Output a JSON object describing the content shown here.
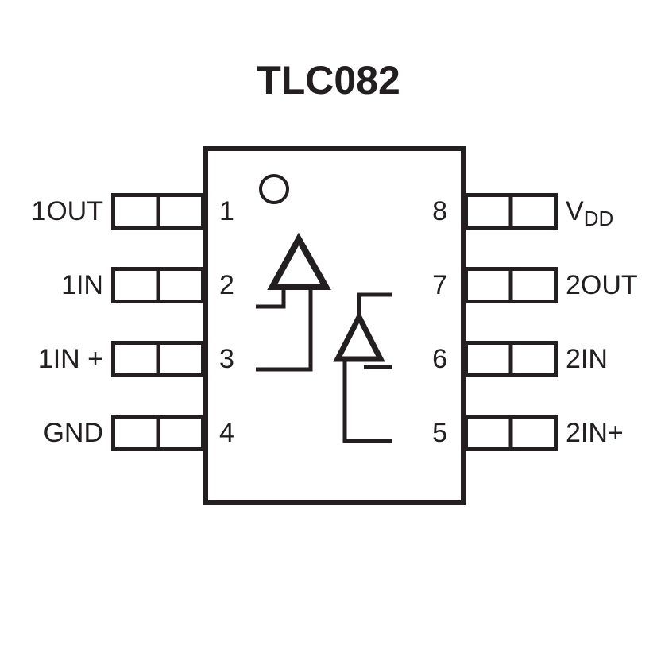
{
  "title": "TLC082",
  "colors": {
    "ink": "#231f20",
    "background": "#ffffff"
  },
  "chip": {
    "package_pin_count": 8,
    "left_pins": [
      {
        "number": "1",
        "label": "1OUT"
      },
      {
        "number": "2",
        "label": "1IN"
      },
      {
        "number": "3",
        "label": "1IN +"
      },
      {
        "number": "4",
        "label": "GND"
      }
    ],
    "right_pins": [
      {
        "number": "8",
        "label_main": "V",
        "label_sub": "DD"
      },
      {
        "number": "7",
        "label": "2OUT"
      },
      {
        "number": "6",
        "label": "2IN"
      },
      {
        "number": "5",
        "label": "2IN+"
      }
    ],
    "symbols": [
      "pin1-indicator-circle",
      "op-amp-1",
      "op-amp-2"
    ]
  }
}
